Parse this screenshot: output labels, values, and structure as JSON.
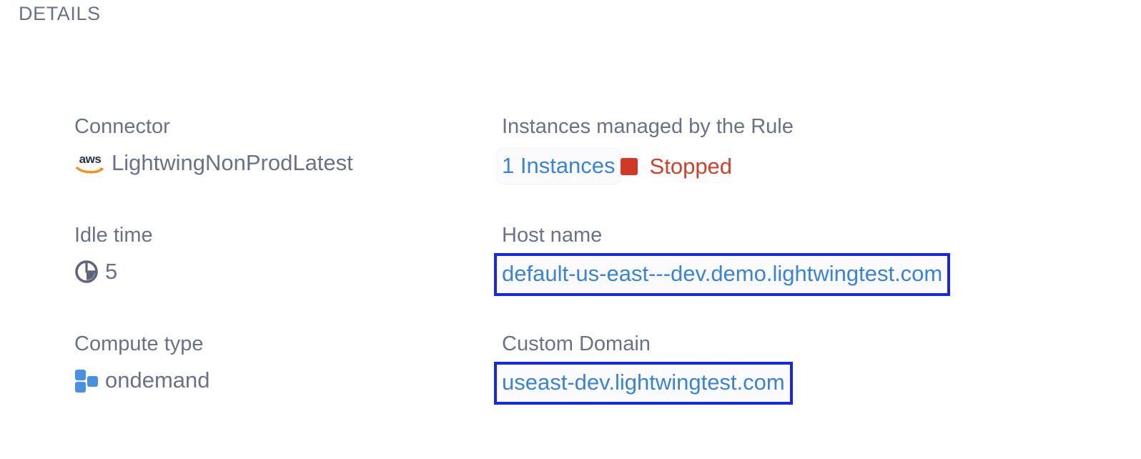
{
  "page": {
    "section_title": "DETAILS",
    "label_color": "#6b7186",
    "link_color": "#3b82d9",
    "highlight_border_color": "#1528e8",
    "status_color": "#d2402c",
    "accent_blue": "#4a90e2"
  },
  "fields": {
    "connector": {
      "label": "Connector",
      "value": "LightwingNonProdLatest",
      "icon": "aws-logo-icon"
    },
    "instances": {
      "label": "Instances managed by the Rule",
      "count_label": "1 Instances",
      "status_label": "Stopped",
      "status_swatch_color": "#cf3a27"
    },
    "idle_time": {
      "label": "Idle time",
      "value": "5",
      "icon": "pie-clock-icon"
    },
    "host_name": {
      "label": "Host name",
      "value": "default-us-east---dev.demo.lightwingtest.com"
    },
    "compute_type": {
      "label": "Compute type",
      "value": "ondemand",
      "icon": "squares-icon"
    },
    "custom_domain": {
      "label": "Custom Domain",
      "value": "useast-dev.lightwingtest.com"
    }
  }
}
